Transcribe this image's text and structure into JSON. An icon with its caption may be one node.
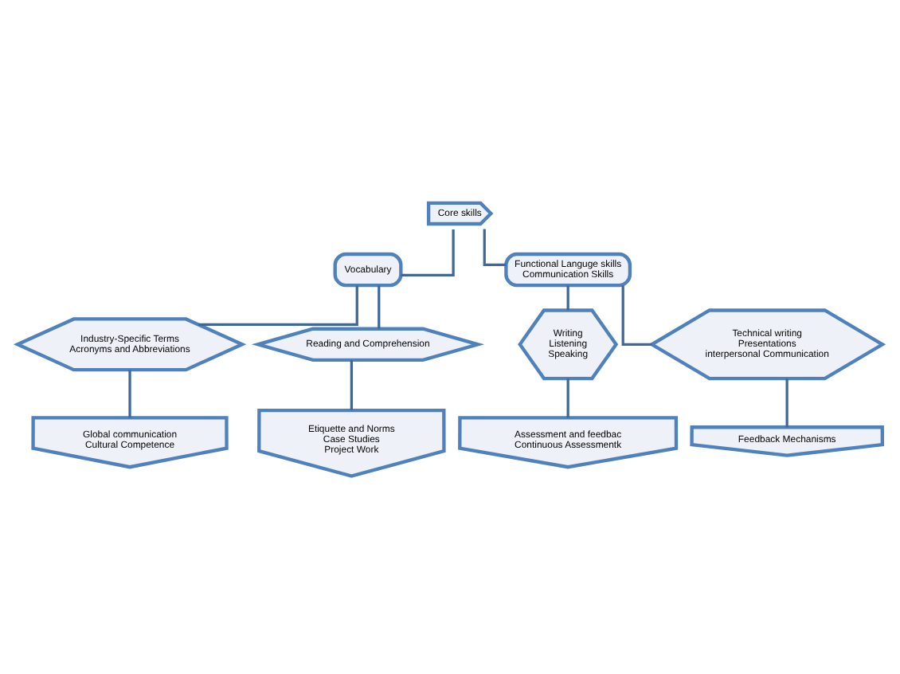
{
  "diagram": {
    "nodes": [
      {
        "text": [
          "Core skills"
        ]
      },
      {
        "text": [
          "Vocabulary"
        ]
      },
      {
        "text": [
          "Functional Languge skills",
          "Communication Skills"
        ]
      },
      {
        "text": [
          "Industry-Specific Terms",
          "Acronyms and Abbreviations"
        ]
      },
      {
        "text": [
          "Reading and Comprehension"
        ]
      },
      {
        "text": [
          "Writing",
          "Listening",
          "Speaking"
        ]
      },
      {
        "text": [
          "Technical writing",
          "Presentations",
          "interpersonal Communication"
        ]
      },
      {
        "text": [
          "Global communication",
          "Cultural Competence"
        ]
      },
      {
        "text": [
          "Etiquette and Norms",
          "Case Studies",
          "Project Work"
        ]
      },
      {
        "text": [
          "Assessment and feedbac",
          "Continuous Assessmentk"
        ]
      },
      {
        "text": [
          "Feedback Mechanisms"
        ]
      }
    ],
    "edges": [
      {
        "from": 0,
        "to": 1,
        "arrow": "none"
      },
      {
        "from": 0,
        "to": 2,
        "arrow": "none"
      },
      {
        "from": 1,
        "to": 3,
        "arrow": "none"
      },
      {
        "from": 1,
        "to": 4,
        "arrow": "none"
      },
      {
        "from": 2,
        "to": 5,
        "arrow": "none"
      },
      {
        "from": 2,
        "to": 6,
        "arrow": "none"
      },
      {
        "from": 3,
        "to": 7,
        "arrow": "none"
      },
      {
        "from": 4,
        "to": 8,
        "arrow": "none"
      },
      {
        "from": 5,
        "to": 9,
        "arrow": "none"
      },
      {
        "from": 6,
        "to": 10,
        "arrow": "none"
      }
    ]
  }
}
